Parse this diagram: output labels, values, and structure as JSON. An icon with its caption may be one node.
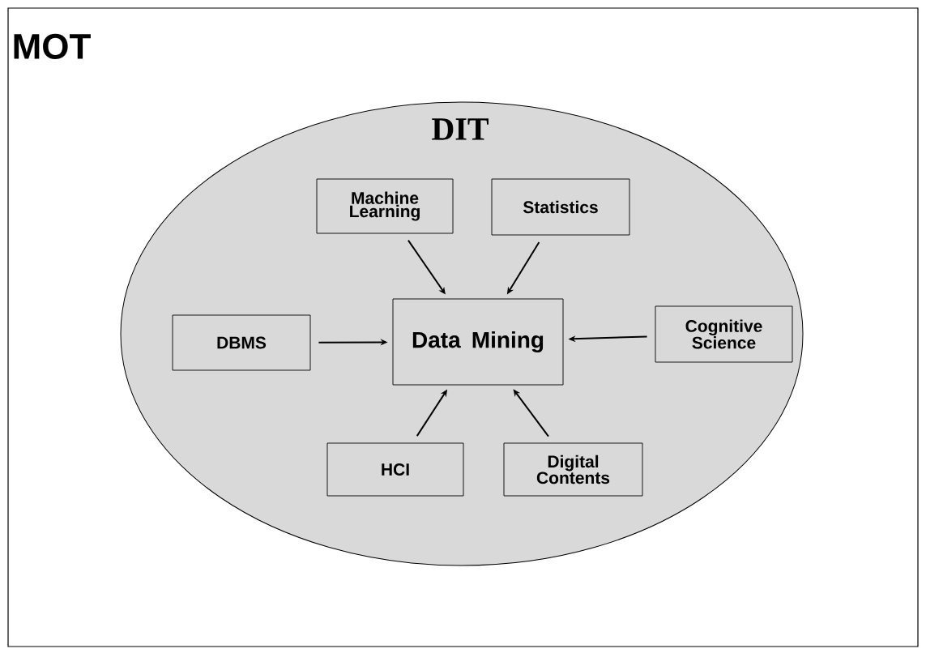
{
  "diagram": {
    "nodes": [
      {
        "text": [
          "MOT"
        ]
      },
      {
        "text": [
          "DIT"
        ],
        "in": 0
      },
      {
        "text": [
          "Machine Learning"
        ],
        "in": 1
      },
      {
        "text": [
          "Statistics"
        ],
        "in": 1
      },
      {
        "text": [
          "DBMS"
        ],
        "in": 1
      },
      {
        "text": [
          "Data Mining"
        ],
        "in": 1
      },
      {
        "text": [
          "Cognitive Science"
        ],
        "in": 1
      },
      {
        "text": [
          "HCI"
        ],
        "in": 1
      },
      {
        "text": [
          "Digital Contents"
        ],
        "in": 1
      }
    ],
    "edges": [
      {
        "from": 2,
        "to": 5,
        "arrow": "to"
      },
      {
        "from": 3,
        "to": 5,
        "arrow": "to"
      },
      {
        "from": 4,
        "to": 5,
        "arrow": "to"
      },
      {
        "from": 6,
        "to": 5,
        "arrow": "to"
      },
      {
        "from": 7,
        "to": 5,
        "arrow": "to"
      },
      {
        "from": 8,
        "to": 5,
        "arrow": "to"
      }
    ]
  }
}
